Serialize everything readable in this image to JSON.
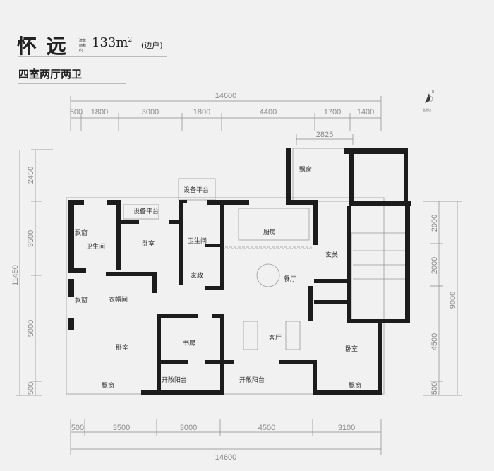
{
  "header": {
    "title": "怀 远",
    "area_label": "建筑面积约",
    "area": "133m",
    "area_unit_sup": "2",
    "unit_type": "(边户)",
    "layout": "四室两厅两卫"
  },
  "compass": {
    "icon": "north-arrow-icon",
    "label": "北地块",
    "north": "N"
  },
  "dimensions": {
    "top_total": "14600",
    "top_segments": [
      "500",
      "1800",
      "3000",
      "1800",
      "4400",
      "1700",
      "1400"
    ],
    "top_secondary": "2825",
    "bottom_segments": [
      "500",
      "3500",
      "3000",
      "4500",
      "3100"
    ],
    "bottom_total": "14600",
    "left_segments": [
      "2450",
      "3500",
      "5000",
      "500"
    ],
    "left_total": "11450",
    "right_segments": [
      "2000",
      "2000",
      "4500",
      "500"
    ],
    "right_total": "9000"
  },
  "rooms": {
    "equip_platform_top": "设备平台",
    "equip_platform_left": "设备平台",
    "bay_window_1": "飘窗",
    "bathroom_1": "卫生间",
    "bedroom_1": "卧室",
    "bathroom_2": "卫生间",
    "kitchen": "厨房",
    "foyer": "玄关",
    "housekeeping": "家政",
    "dining": "餐厅",
    "bay_window_2": "飘窗",
    "walk_in_closet": "衣帽间",
    "bedroom_2": "卧室",
    "study": "书房",
    "living": "客厅",
    "bedroom_3": "卧室",
    "balcony_1": "开敞阳台",
    "balcony_2": "开敞阳台",
    "bay_window_3": "飘窗",
    "bay_window_4": "飘窗",
    "bay_window_5": "飘窗"
  }
}
